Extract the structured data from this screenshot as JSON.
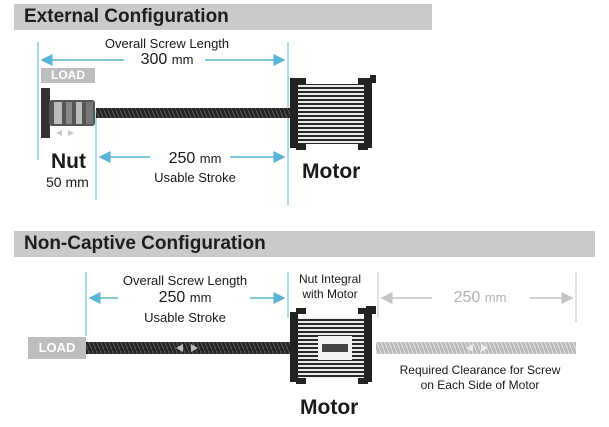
{
  "external": {
    "title": "External Configuration",
    "load_label": "LOAD",
    "overall_label": "Overall Screw Length",
    "overall_value": "300",
    "overall_unit": "mm",
    "stroke_value": "250",
    "stroke_unit": "mm",
    "stroke_label": "Usable Stroke",
    "nut_label": "Nut",
    "nut_value": "50 mm",
    "motor_label": "Motor"
  },
  "noncaptive": {
    "title": "Non-Captive Configuration",
    "load_label": "LOAD",
    "overall_label": "Overall Screw Length",
    "overall_value": "250",
    "overall_unit": "mm",
    "stroke_label": "Usable Stroke",
    "nut_integral_line1": "Nut Integral",
    "nut_integral_line2": "with Motor",
    "clearance_value": "250",
    "clearance_unit": "mm",
    "clearance_line1": "Required Clearance for Screw",
    "clearance_line2": "on Each Side of Motor",
    "motor_label": "Motor"
  },
  "colors": {
    "arrow": "#5ab4d6",
    "header_bg": "#c9cacc",
    "screw": "#2b2b2b",
    "screw_ghost": "#bcbcbc",
    "badge": "#bdbec0"
  }
}
